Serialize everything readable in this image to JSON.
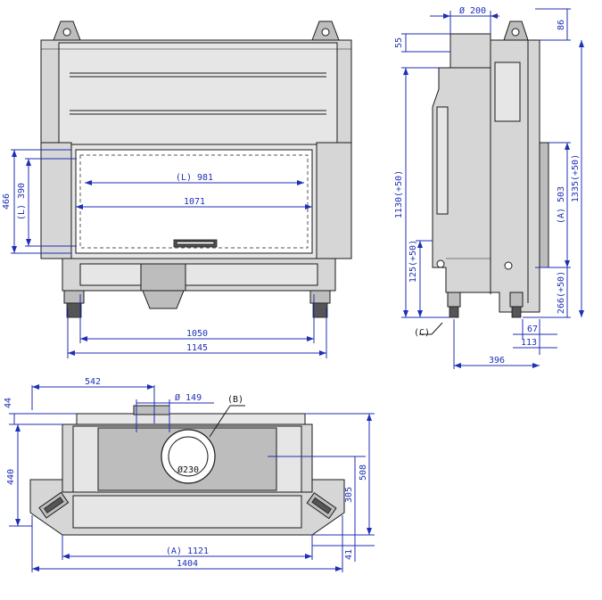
{
  "front_view": {
    "dims": {
      "inner_width": "(L) 981",
      "glass_width": "1071",
      "height_total": "466",
      "height_inner": "(L) 390",
      "base_width_inner": "1050",
      "base_width_outer": "1145"
    }
  },
  "side_view": {
    "dims": {
      "flue_diameter": "Ø 200",
      "top_offset": "55",
      "top_right": "86",
      "height_front": "1130(+50)",
      "height_rear": "1335(+50)",
      "air_inlet_height": "(A) 503",
      "foot_adjust": "125(+50)",
      "foot_height": "266(+50)",
      "depth_a": "67",
      "depth_b": "113",
      "depth_total": "396",
      "callout_c": "(C)"
    }
  },
  "top_view": {
    "dims": {
      "flue_offset": "542",
      "flue_diameter": "Ø 149",
      "callout_b": "(B)",
      "flue_label": "Ø230",
      "top_depth": "44",
      "depth_total": "440",
      "depth_right": "508",
      "depth_mid": "305",
      "depth_small": "41",
      "width_inner": "(A) 1121",
      "width_total": "1404"
    }
  }
}
